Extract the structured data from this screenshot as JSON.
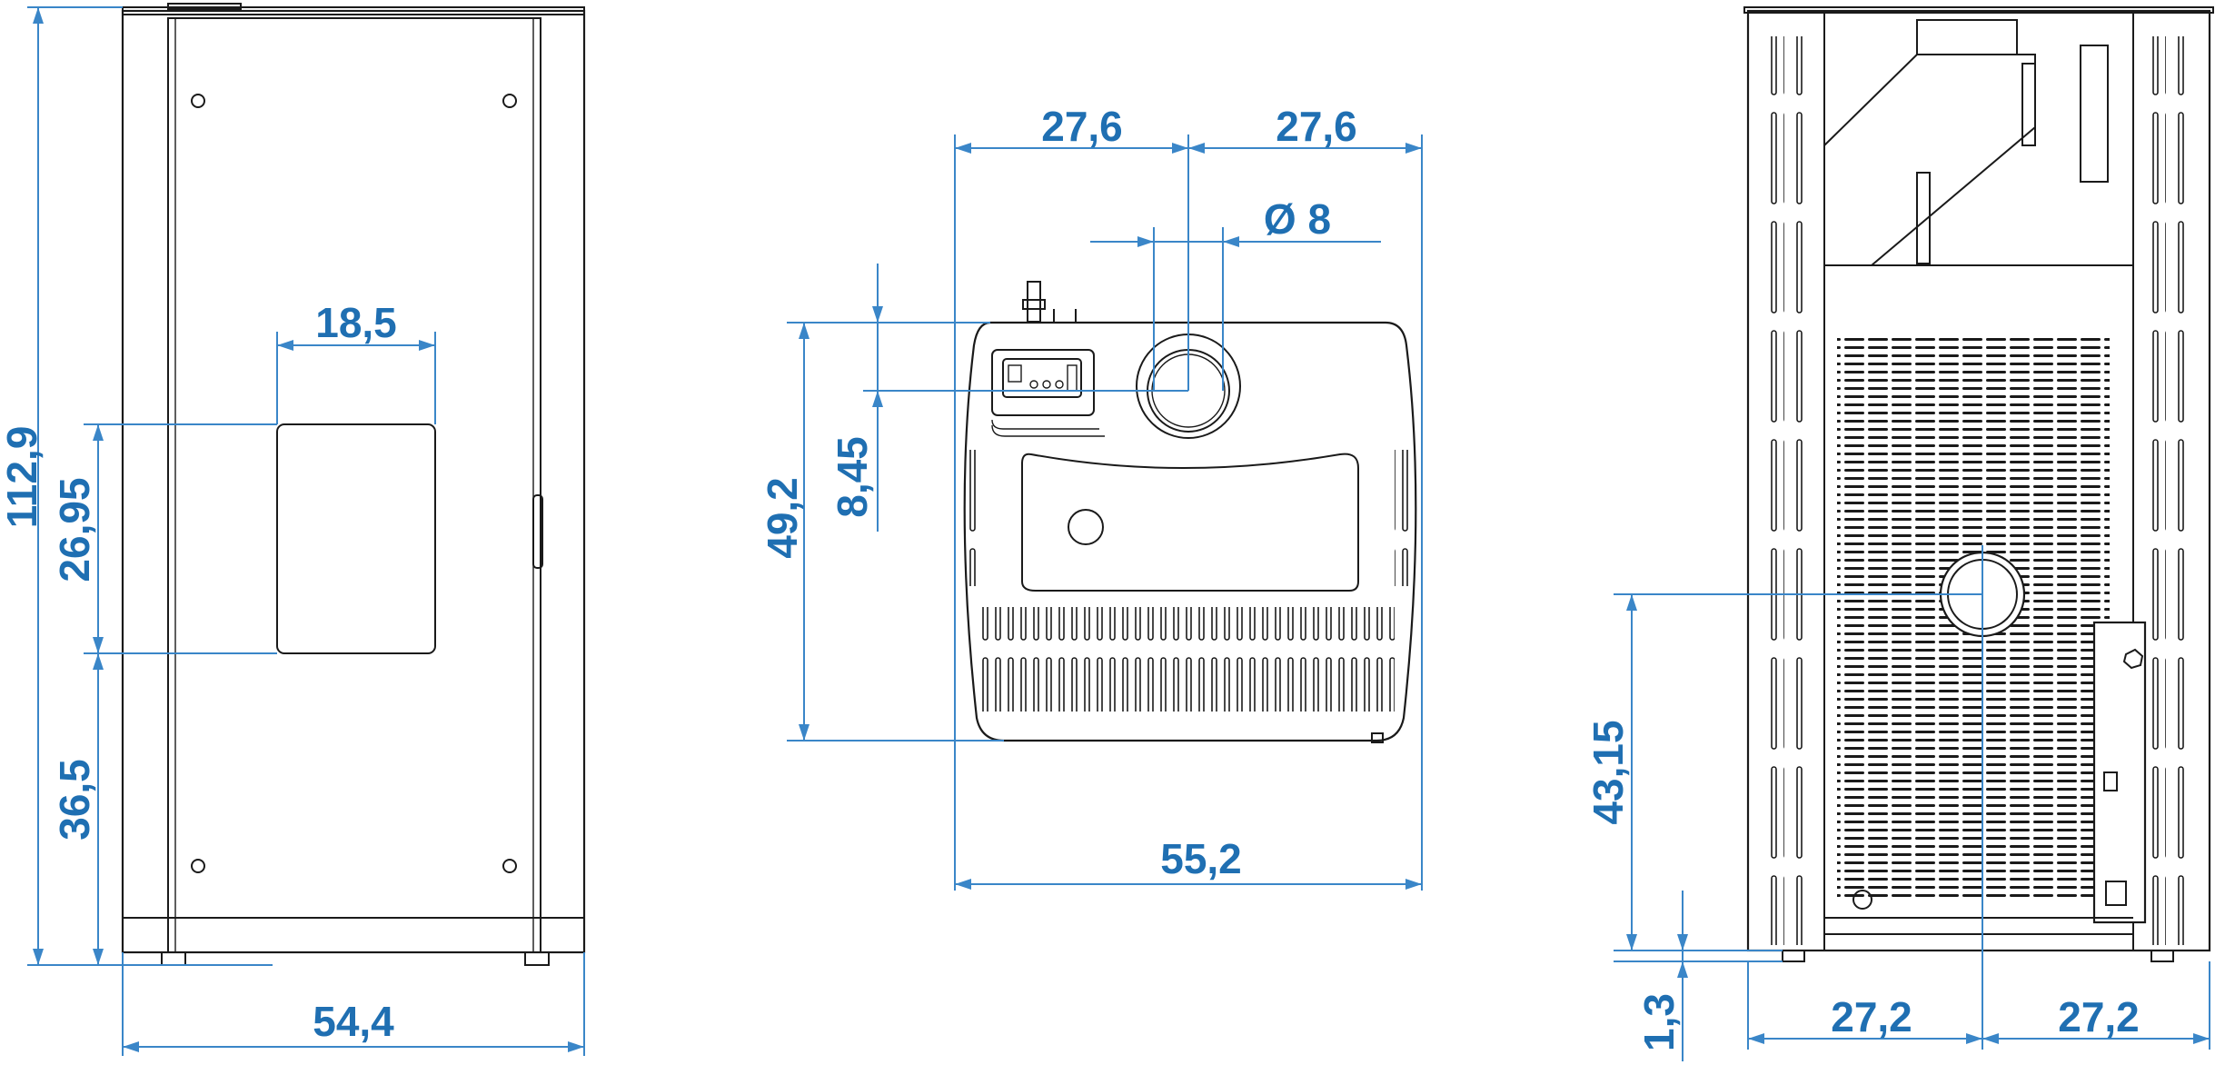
{
  "views": {
    "front": {
      "dimensions": {
        "height_total": "112,9",
        "glass_height": "26,95",
        "glass_base": "36,5",
        "glass_width": "18,5",
        "width": "54,4"
      }
    },
    "top": {
      "dimensions": {
        "half_left": "27,6",
        "half_right": "27,6",
        "flue_diameter": "Ø 8",
        "flue_offset": "8,45",
        "depth": "49,2",
        "width": "55,2"
      }
    },
    "rear": {
      "dimensions": {
        "flue_height": "43,15",
        "feet": "1,3",
        "half_left": "27,2",
        "half_right": "27,2"
      }
    }
  },
  "colors": {
    "dimension": "#1f6fb2",
    "outline": "#1a1a1a"
  }
}
